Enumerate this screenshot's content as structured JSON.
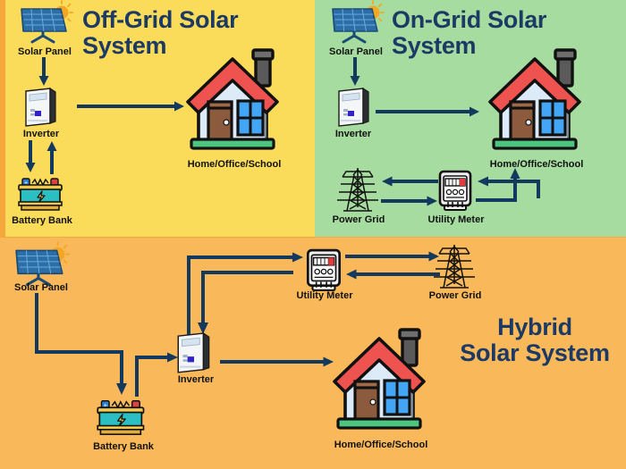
{
  "diagram": {
    "title_semantic": "solar-system-types-comparison",
    "colors": {
      "offgrid_bg": "#FADC5A",
      "ongrid_bg": "#A6DCA0",
      "hybrid_bg": "#F9B95B",
      "arrow": "#14395E",
      "title_text": "#1C3A63",
      "label_text": "#111111",
      "roof_red": "#EF5350",
      "wall_blue": "#DCEBF7",
      "door_brown": "#8C5A3C",
      "window_blue": "#42A5F5",
      "grass_green": "#4CC57E",
      "panel_blue": "#2C6FA8",
      "sun_orange": "#F5A623",
      "battery_teal": "#2BBFC4"
    }
  },
  "panels": {
    "offgrid": {
      "title": "Off-Grid Solar System",
      "nodes": {
        "solar_panel": "Solar Panel",
        "inverter": "Inverter",
        "battery_bank": "Battery Bank",
        "home": "Home/Office/School"
      }
    },
    "ongrid": {
      "title": "On-Grid Solar System",
      "nodes": {
        "solar_panel": "Solar Panel",
        "inverter": "Inverter",
        "home": "Home/Office/School",
        "power_grid": "Power Grid",
        "utility_meter": "Utility Meter"
      }
    },
    "hybrid": {
      "title_line1": "Hybrid",
      "title_line2": "Solar System",
      "nodes": {
        "solar_panel": "Solar Panel",
        "battery_bank": "Battery Bank",
        "inverter": "Inverter",
        "utility_meter": "Utility Meter",
        "power_grid": "Power Grid",
        "home": "Home/Office/School"
      }
    }
  },
  "icons": {
    "solar_panel": "solar-panel-icon",
    "inverter": "inverter-icon",
    "battery": "battery-bank-icon",
    "house": "house-icon",
    "meter": "utility-meter-icon",
    "pylon": "power-grid-pylon-icon",
    "arrow": "arrow-icon"
  }
}
